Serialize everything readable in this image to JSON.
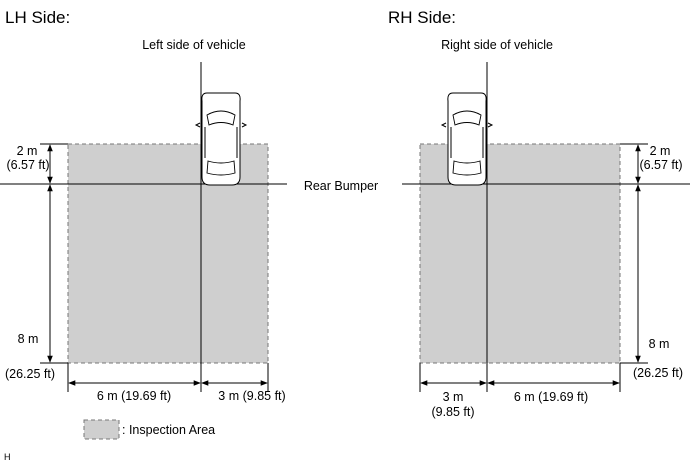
{
  "lh": {
    "title": "LH Side:",
    "side_label": "Left side of vehicle",
    "dim_2m": "2 m",
    "dim_2ft": "(6.57 ft)",
    "dim_8m": "8 m",
    "dim_8ft": "(26.25 ft)",
    "dim_6": "6 m (19.69 ft)",
    "dim_3": "3 m (9.85 ft)"
  },
  "rh": {
    "title": "RH Side:",
    "side_label": "Right side of vehicle",
    "dim_2m": "2 m",
    "dim_2ft": "(6.57 ft)",
    "dim_8m": "8 m",
    "dim_8ft": "(26.25 ft)",
    "dim_3m": "3 m",
    "dim_3ft": "(9.85 ft)",
    "dim_6": "6 m (19.69 ft)"
  },
  "center_label": "Rear Bumper",
  "legend": {
    "label": ": Inspection Area"
  },
  "footer_code": "H",
  "colors": {
    "zone_fill": "#cfcfcf",
    "zone_stroke": "#777777"
  }
}
